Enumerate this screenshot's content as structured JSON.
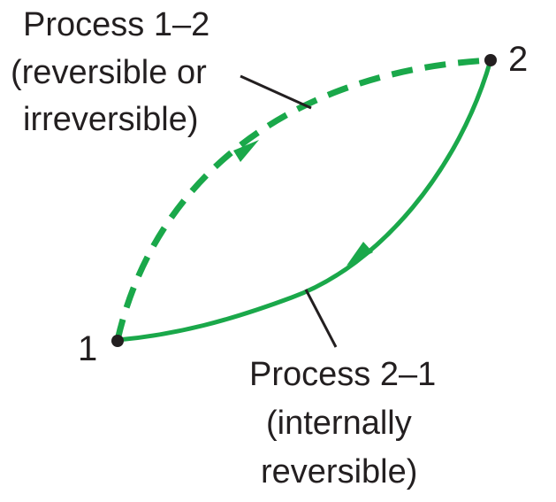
{
  "points": {
    "state_1": "1",
    "state_2": "2"
  },
  "process_1_2": {
    "line1": "Process 1–2",
    "line2": "(reversible or",
    "line3": "irreversible)"
  },
  "process_2_1": {
    "line1": "Process 2–1",
    "line2": "(internally",
    "line3": "reversible)"
  },
  "colors": {
    "path": "#1aa84a",
    "ink": "#231f20"
  }
}
